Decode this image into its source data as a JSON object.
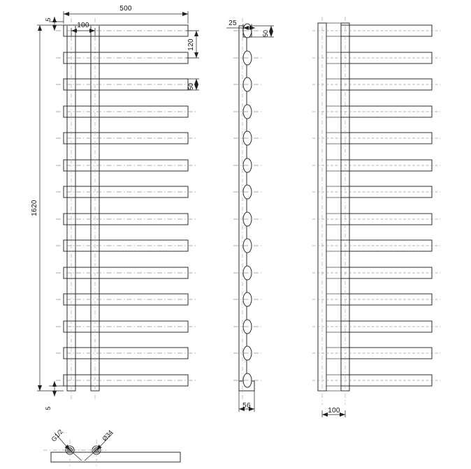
{
  "drawing": {
    "title": "Towel rail radiator technical drawing",
    "units": "mm",
    "line_color": "#2b2b2b",
    "center_line_color": "#8d8d8d",
    "background": "#ffffff"
  },
  "views": {
    "front": {
      "name": "front-view",
      "bar_count": 14,
      "dimensions": {
        "overall_height": "1620",
        "overall_width": "500",
        "manifold_spacing": "100",
        "top_offset": "5",
        "bottom_offset": "5",
        "bar_pitch": "120",
        "bar_height": "50"
      }
    },
    "side": {
      "name": "side-view",
      "port_count": 14,
      "dimensions": {
        "manifold_depth": "25",
        "bar_depth": "50",
        "base_width": "56"
      }
    },
    "rear": {
      "name": "rear-view",
      "bar_count": 14,
      "dimensions": {
        "manifold_spacing": "100"
      }
    },
    "detail": {
      "name": "bottom-detail-view",
      "labels": {
        "thread": "G1/2",
        "diameter": "Ø34"
      }
    }
  },
  "dimension_labels": {
    "d_500": "500",
    "d_100_top": "100",
    "d_5_top": "5",
    "d_5_bottom": "5",
    "d_1620": "1620",
    "d_120": "120",
    "d_50_front": "50",
    "d_25": "25",
    "d_50_side": "50",
    "d_56": "56",
    "d_100_rear": "100",
    "thread_label": "G1/2",
    "dia_label": "Ø34"
  }
}
